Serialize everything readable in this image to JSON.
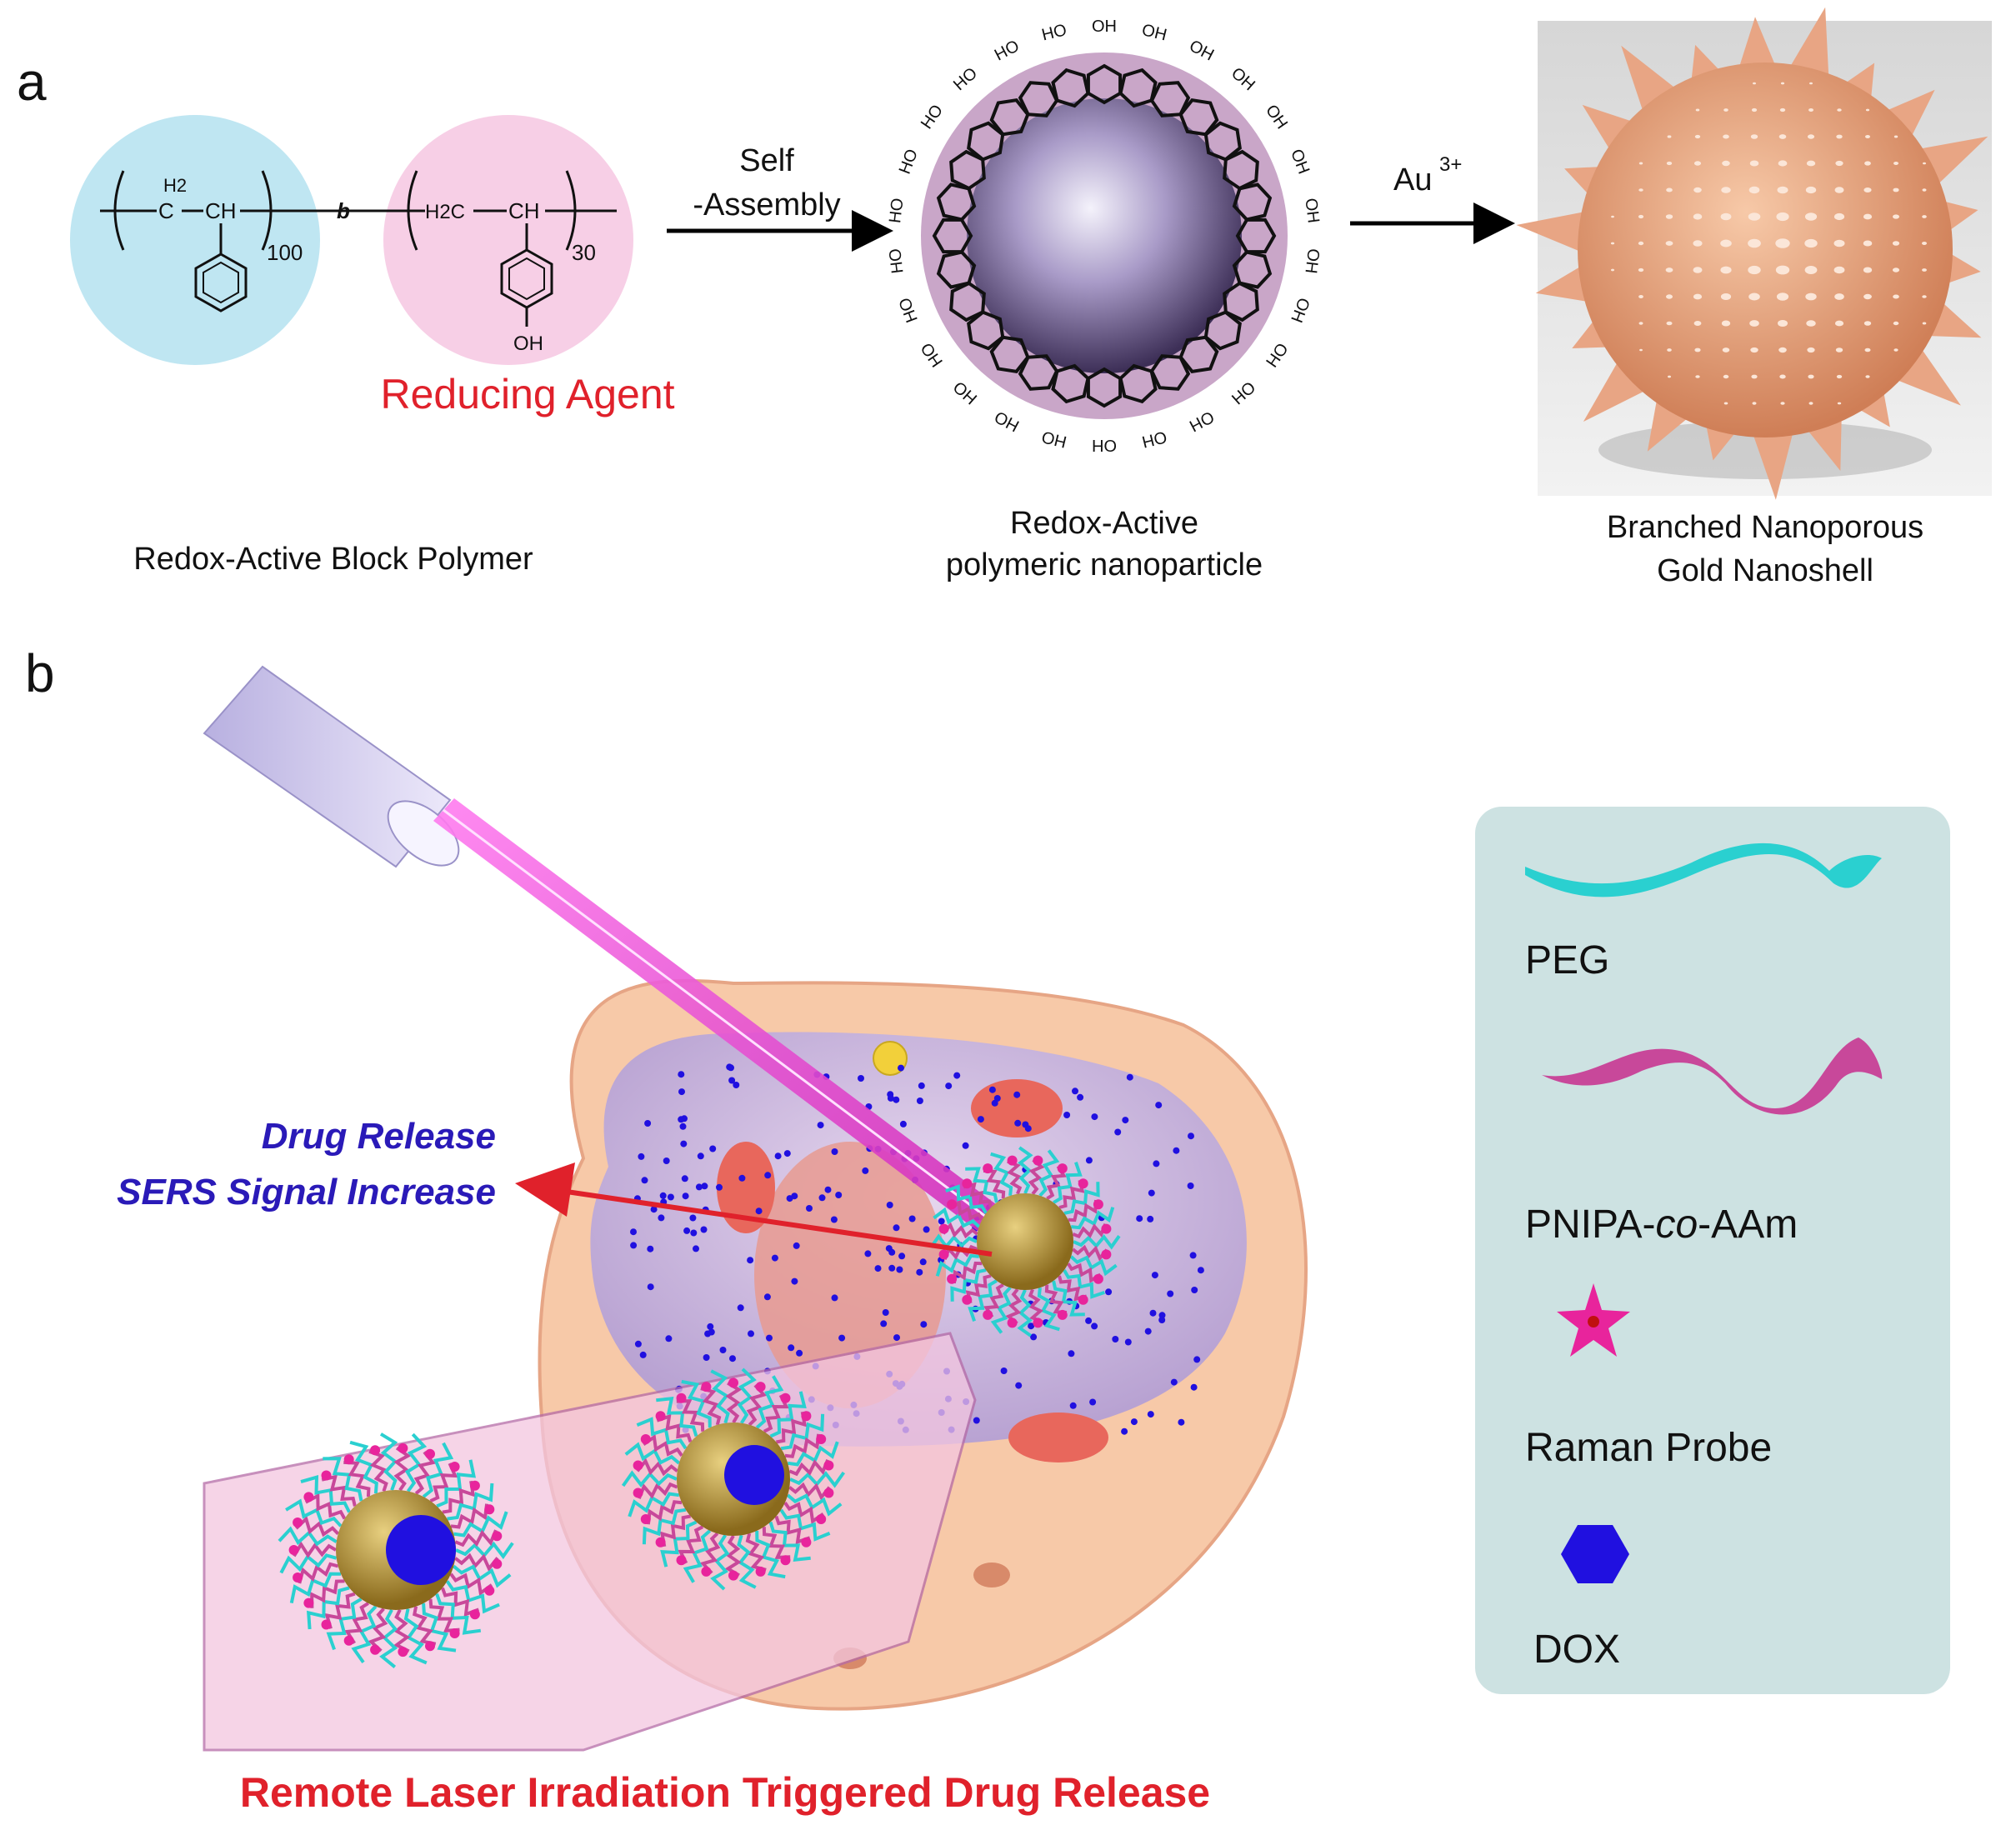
{
  "panel_a": {
    "label": "a",
    "polymer": {
      "block1_h2": "H2",
      "block1_ch2": "C",
      "block1_ch": "CH",
      "block1_n": "100",
      "linker": "b",
      "block2_h2c": "H2C",
      "block2_ch": "CH",
      "block2_n": "30",
      "oh": "OH",
      "reducing_agent": "Reducing Agent",
      "caption": "Redox-Active Block Polymer"
    },
    "arrow1": {
      "line1": "Self",
      "line2": "-Assembly"
    },
    "nanoparticle": {
      "caption_line1": "Redox-Active",
      "caption_line2": "polymeric nanoparticle",
      "ho": "HO",
      "oh": "OH"
    },
    "arrow2": {
      "label": "Au",
      "superscript": "3+"
    },
    "nanoshell": {
      "caption_line1": "Branched Nanoporous",
      "caption_line2": "Gold Nanoshell"
    }
  },
  "panel_b": {
    "label": "b",
    "release_line1": "Drug Release",
    "release_line2": "SERS Signal Increase",
    "bottom_caption": "Remote Laser Irradiation Triggered Drug Release"
  },
  "legend": {
    "items": [
      {
        "label": "PEG",
        "color": "#2ad0d0"
      },
      {
        "label_pre": "PNIPA-",
        "label_italic": "co",
        "label_post": "-AAm",
        "color": "#c8489a"
      },
      {
        "label": "Raman Probe",
        "color": "#e8249c"
      },
      {
        "label": "DOX",
        "color": "#2010e0"
      }
    ]
  },
  "colors": {
    "block1_circle": "#bfe6f2",
    "block2_circle": "#f7cfe6",
    "red_text": "#e0212b",
    "blue_text": "#2a1ab8",
    "laser": "#e040c8",
    "cell": "#f7c9a8",
    "legend_bg": "#cde2e2"
  }
}
